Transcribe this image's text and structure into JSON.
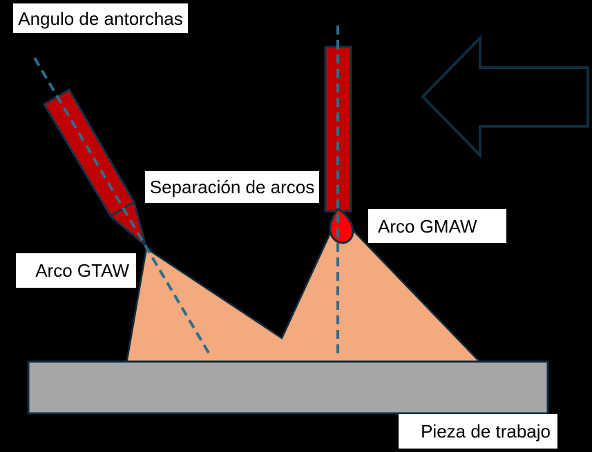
{
  "diagram": {
    "description": "Esquema de soldadura híbrida con dos antorchas (GTAW inclinada y GMAW vertical) sobre una pieza de trabajo",
    "labels": {
      "torch_angle": "Angulo de antorchas",
      "arc_separation": "Separación de arcos",
      "gmaw_arc": "Arco GMAW",
      "gtaw_arc": "Arco GTAW",
      "workpiece": "Pieza de trabajo"
    },
    "icons": {
      "travel_direction_arrow": "left-arrow-outline",
      "gtaw_torch": "angled-torch-shape",
      "gmaw_torch": "vertical-torch-shape",
      "molten_droplet": "teardrop-shape",
      "torch_axis_lines": "dashed-centerlines"
    },
    "colors": {
      "background": "#000000",
      "torch_red": "#C00000",
      "droplet_red": "#FE0101",
      "arc_cone_peach": "#F4A97E",
      "workpiece_gray": "#A6A6A6",
      "outline_navy": "#0E2D3F",
      "axis_dash_blue": "#2E6E8C",
      "label_background": "#FFFFFF",
      "label_text": "#000000"
    }
  }
}
